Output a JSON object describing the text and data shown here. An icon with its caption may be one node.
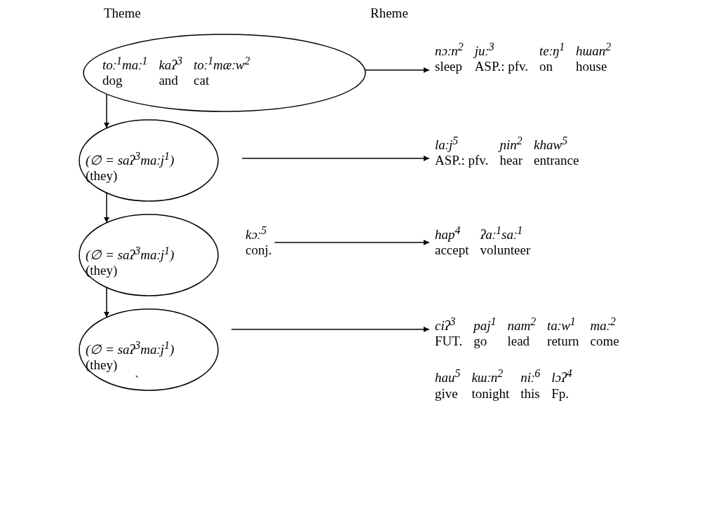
{
  "diagram": {
    "nodes": [
      {
        "text": [
          "toː$^{1}$maː$^{1}$",
          "dog",
          "kaʔ$^{3}$",
          "and",
          "toː$^{1}$mæːw$^{2}$",
          "cat"
        ]
      },
      {
        "text": [
          "nɔːn$^{2}$",
          "sleep",
          "juː$^{3}$",
          "ASP.: pfv.",
          "teːŋ$^{1}$",
          "on",
          "hɯan$^{2}$",
          "house"
        ]
      },
      {
        "text": [
          "(∅ = saʔ$^{3}$maːj$^{1}$)",
          "(they)"
        ]
      },
      {
        "text": [
          "laːj$^{5}$",
          "ASP.: pfv.",
          "ɲin$^{2}$",
          "hear",
          "khaw$^{5}$",
          "entrance"
        ]
      },
      {
        "text": [
          "(∅ = saʔ$^{3}$maːj$^{1}$)",
          "(they)"
        ]
      },
      {
        "text": [
          "kɔː$^{5}$",
          "conj."
        ]
      },
      {
        "text": [
          "hap$^{4}$",
          "accept",
          "ʔaː$^{1}$saː$^{1}$",
          "volunteer"
        ]
      },
      {
        "text": [
          "(∅ = saʔ$^{3}$maːj$^{1}$)",
          "(they)",
          "`"
        ]
      },
      {
        "text": [
          "ciʔ$^{3}$",
          "FUT.",
          "paj$^{1}$",
          "go",
          "nam$^{2}$",
          "lead",
          "taːw$^{1}$",
          "return",
          "maː$^{2}$",
          "come",
          "hau$^{5}$",
          "give",
          "kɯːn$^{2}$",
          "tonight",
          "niː$^{6}$",
          "this",
          "lɔʔ$^{4}$",
          "Fp."
        ]
      }
    ],
    "edges": [
      {
        "from": 0,
        "to": 1,
        "arrow": "to"
      },
      {
        "from": 0,
        "to": 2,
        "arrow": "to"
      },
      {
        "from": null,
        "to": 3,
        "arrow": "to"
      },
      {
        "from": 2,
        "to": 4,
        "arrow": "to"
      },
      {
        "from": 5,
        "to": 6,
        "arrow": "to"
      },
      {
        "from": 4,
        "to": 7,
        "arrow": "to"
      },
      {
        "from": null,
        "to": 8,
        "arrow": "to"
      }
    ],
    "labels": [
      "Theme",
      "Rheme"
    ]
  }
}
